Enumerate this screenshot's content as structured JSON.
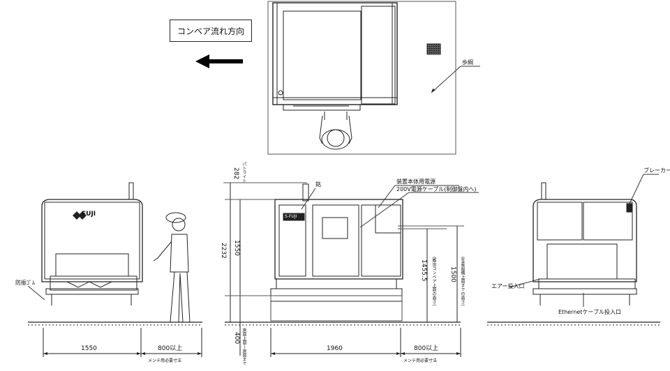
{
  "flow": {
    "label": "コンベア流れ方向"
  },
  "top_view": {
    "hazard_label": "歩綱"
  },
  "left_view": {
    "width_dim": "1550",
    "maint_dim": "800以上",
    "maint_note": "メンテ用必要寸法",
    "anchor_label": "防振ｺﾞﾑ"
  },
  "front_view": {
    "dim_top": "282",
    "dim_lamp": "パトライト",
    "dim_total": "2232",
    "dim_body": "1550",
    "dim_base": "400",
    "dim_base_note": "床面上面～床面まで",
    "dim_width": "1960",
    "maint_dim": "800以上",
    "maint_note": "メンテ用必要寸法",
    "dim_conv1": "1455.5",
    "dim_conv1_note": "(搬出コンベア上面の高さ)",
    "dim_conv2": "1500",
    "dim_conv2_note": "(生産設備上面までの高さ)",
    "label_logo": "銘",
    "label_power": "装置本体用電源",
    "label_cable": "200V電源ケーブル(制御盤内へ)",
    "panel_badge": "S-FUJI"
  },
  "right_view": {
    "breaker": "ブレーカー",
    "air_inlet": "エアー投入口",
    "eth_inlet": "Ethernetケーブル投入口"
  },
  "logo_text": "FUJI"
}
